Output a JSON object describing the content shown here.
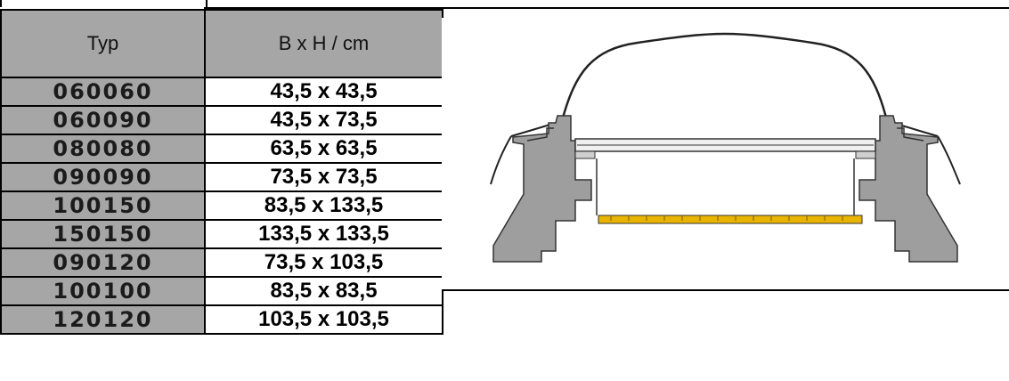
{
  "table": {
    "headers": [
      "Typ",
      "B x H / cm"
    ],
    "rows": [
      {
        "typ": "060060",
        "size": "43,5 x 43,5"
      },
      {
        "typ": "060090",
        "size": "43,5 x 73,5"
      },
      {
        "typ": "080080",
        "size": "63,5 x 63,5"
      },
      {
        "typ": "090090",
        "size": "73,5 x 73,5"
      },
      {
        "typ": "100150",
        "size": "83,5 x 133,5"
      },
      {
        "typ": "150150",
        "size": "133,5 x 133,5"
      },
      {
        "typ": "090120",
        "size": "73,5 x 103,5"
      },
      {
        "typ": "100100",
        "size": "83,5 x 83,5"
      },
      {
        "typ": "120120",
        "size": "103,5 x 103,5"
      }
    ]
  },
  "colors": {
    "header_fill": "#a6a6a6",
    "profile_fill": "#9e9e9e",
    "accent_yellow": "#e8b400"
  },
  "figure": {
    "icon": "skylight-cross-section-diagram"
  }
}
